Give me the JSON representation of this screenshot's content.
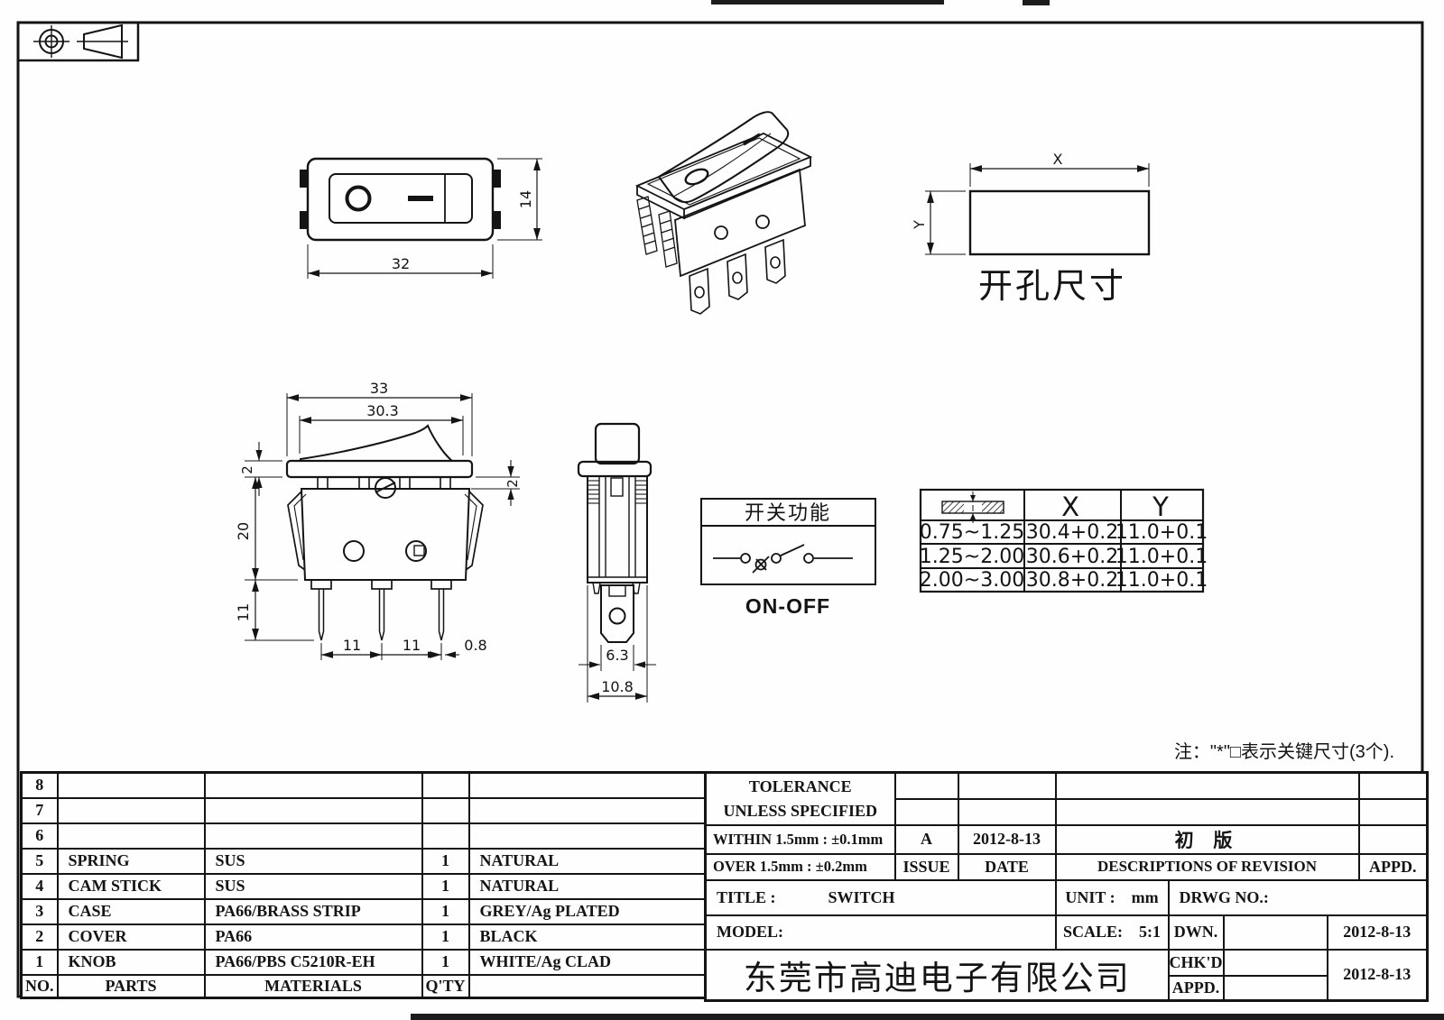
{
  "views": {
    "front": {
      "dim_width": "32",
      "dim_height": "14"
    },
    "cutout": {
      "x": "X",
      "y": "Y",
      "caption": "开孔尺寸"
    },
    "side": {
      "dim_total": "33",
      "dim_rocker": "30.3",
      "dim_left2": "2",
      "dim_right2": "2",
      "dim_body": "20",
      "dim_pin": "11",
      "dim_pitch1": "11",
      "dim_pitch2": "11",
      "dim_thk": "0.8"
    },
    "end": {
      "dim_term": "6.3",
      "dim_body": "10.8"
    },
    "function": {
      "title": "开关功能",
      "mode": "ON-OFF"
    }
  },
  "cutout_table": {
    "col_x": "X",
    "col_y": "Y",
    "rows": [
      {
        "t": "0.75~1.25",
        "x": "30.4+0.2",
        "y": "11.0+0.1"
      },
      {
        "t": "1.25~2.00",
        "x": "30.6+0.2",
        "y": "11.0+0.1"
      },
      {
        "t": "2.00~3.00",
        "x": "30.8+0.2",
        "y": "11.0+0.1"
      }
    ]
  },
  "note": "注：\"*\"□表示关键尺寸(3个).",
  "bom": {
    "header": {
      "no": "NO.",
      "parts": "PARTS",
      "materials": "MATERIALS",
      "qty": "Q'TY",
      "color": ""
    },
    "rows": [
      {
        "no": "8",
        "parts": "",
        "materials": "",
        "qty": "",
        "color": ""
      },
      {
        "no": "7",
        "parts": "",
        "materials": "",
        "qty": "",
        "color": ""
      },
      {
        "no": "6",
        "parts": "",
        "materials": "",
        "qty": "",
        "color": ""
      },
      {
        "no": "5",
        "parts": "SPRING",
        "materials": "SUS",
        "qty": "1",
        "color": "NATURAL"
      },
      {
        "no": "4",
        "parts": "CAM STICK",
        "materials": "SUS",
        "qty": "1",
        "color": "NATURAL"
      },
      {
        "no": "3",
        "parts": "CASE",
        "materials": "PA66/BRASS STRIP",
        "qty": "1",
        "color": "GREY/Ag PLATED"
      },
      {
        "no": "2",
        "parts": "COVER",
        "materials": "PA66",
        "qty": "1",
        "color": "BLACK"
      },
      {
        "no": "1",
        "parts": "KNOB",
        "materials": "PA66/PBS C5210R-EH",
        "qty": "1",
        "color": "WHITE/Ag CLAD"
      }
    ]
  },
  "title_block": {
    "tolerance1": "TOLERANCE",
    "tolerance2": "UNLESS  SPECIFIED",
    "within": "WITHIN 1.5mm : ±0.1mm",
    "over": "OVER 1.5mm : ±0.2mm",
    "issue_value": "A",
    "issue_label": "ISSUE",
    "date_value": "2012-8-13",
    "date_label": "DATE",
    "revision_desc": "初 版",
    "revision_header": "DESCRIPTIONS OF REVISION",
    "appd_header": "APPD.",
    "title_label": "TITLE :",
    "title_value": "SWITCH",
    "unit_label": "UNIT :",
    "unit_value": "mm",
    "drwg_label": "DRWG NO.:",
    "model_label": "MODEL:",
    "scale_label": "SCALE:",
    "scale_value": "5:1",
    "dwn_label": "DWN.",
    "dwn_date": "2012-8-13",
    "chkd_label": "CHK'D",
    "chkd_date": "2012-8-13",
    "appd_label": "APPD.",
    "company": "东莞市高迪电子有限公司"
  }
}
